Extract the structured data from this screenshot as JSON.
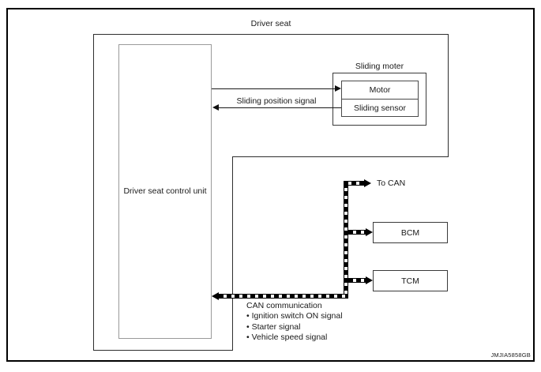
{
  "diagram": {
    "title": "Driver seat",
    "figure_code": "JMJIA5858GB",
    "nodes": {
      "control_unit": {
        "label": "Driver seat control unit"
      },
      "sliding_motor_group": {
        "label": "Sliding moter"
      },
      "motor": {
        "label": "Motor"
      },
      "sliding_sensor": {
        "label": "Sliding sensor"
      },
      "bcm": {
        "label": "BCM"
      },
      "tcm": {
        "label": "TCM"
      }
    },
    "edges": {
      "sliding_position_signal": {
        "label": "Sliding position signal"
      },
      "to_can": {
        "label": "To CAN"
      },
      "can_communication": {
        "title": "CAN communication",
        "signals": [
          "• Ignition switch ON signal",
          "• Starter signal",
          "• Vehicle speed signal"
        ]
      }
    },
    "colors": {
      "background": "#ffffff",
      "frame_border": "#000000",
      "boundary_line": "#2e2e2e",
      "control_unit_border": "#9a9a9a",
      "box_border": "#3a3a3a",
      "can_line": "#000000",
      "text": "#1a1a1a"
    }
  }
}
